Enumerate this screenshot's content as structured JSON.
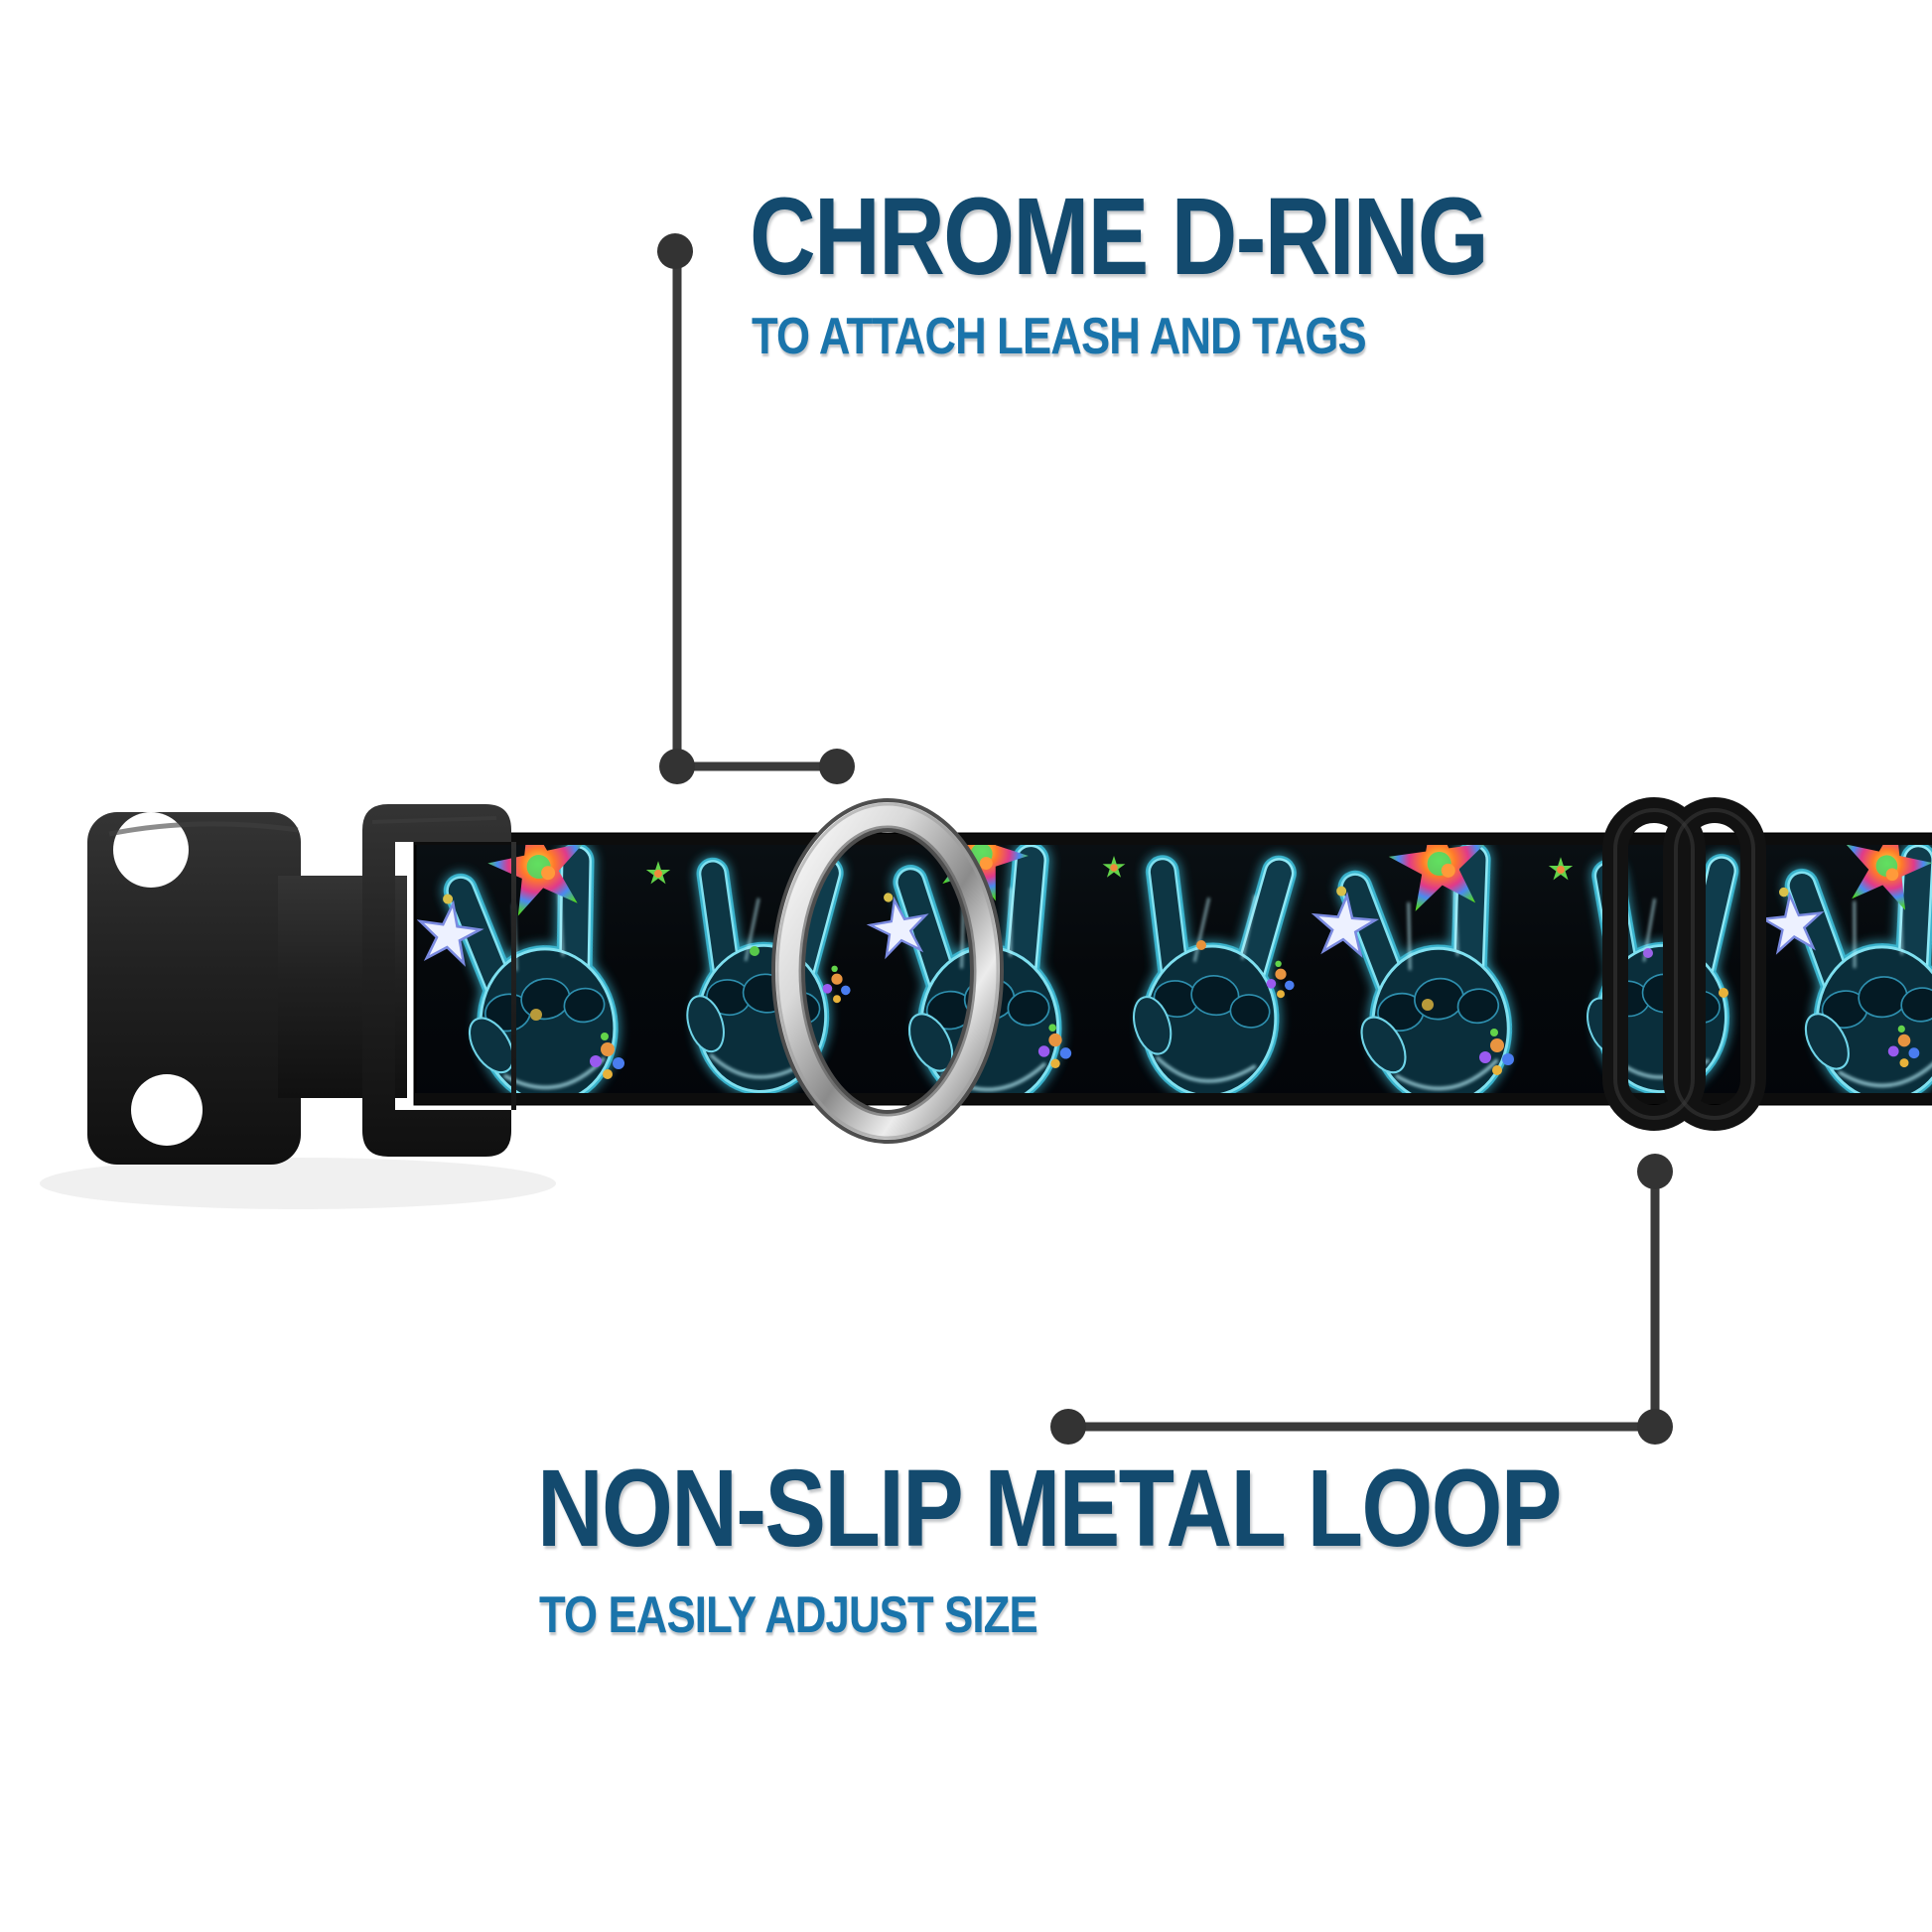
{
  "annotations": {
    "top": {
      "title": "CHROME D-RING",
      "subtitle": "TO ATTACH LEASH AND TAGS"
    },
    "bottom": {
      "title": "NON-SLIP METAL LOOP",
      "subtitle": "TO EASILY ADJUST SIZE"
    }
  },
  "product": {
    "parts": [
      {
        "name": "plastic-side-release-buckle",
        "color": "#1f1f1f"
      },
      {
        "name": "patterned-webbing-strap",
        "design": "glowing blue x-ray peace sign hands with multicolor stars on black"
      },
      {
        "name": "chrome-d-ring",
        "finish": "polished chrome"
      },
      {
        "name": "metal-slide-loop",
        "color": "#141414"
      }
    ]
  },
  "colors": {
    "title_navy": "#134a6e",
    "subtitle_blue": "#1a74ab",
    "leader_line_gray": "#3a3a3a",
    "strap_black": "#06090c",
    "hand_glow_cyan": "#41c6e2",
    "chrome_silver": "#d6d6d6",
    "hardware_black": "#141414",
    "background": "#ffffff"
  }
}
